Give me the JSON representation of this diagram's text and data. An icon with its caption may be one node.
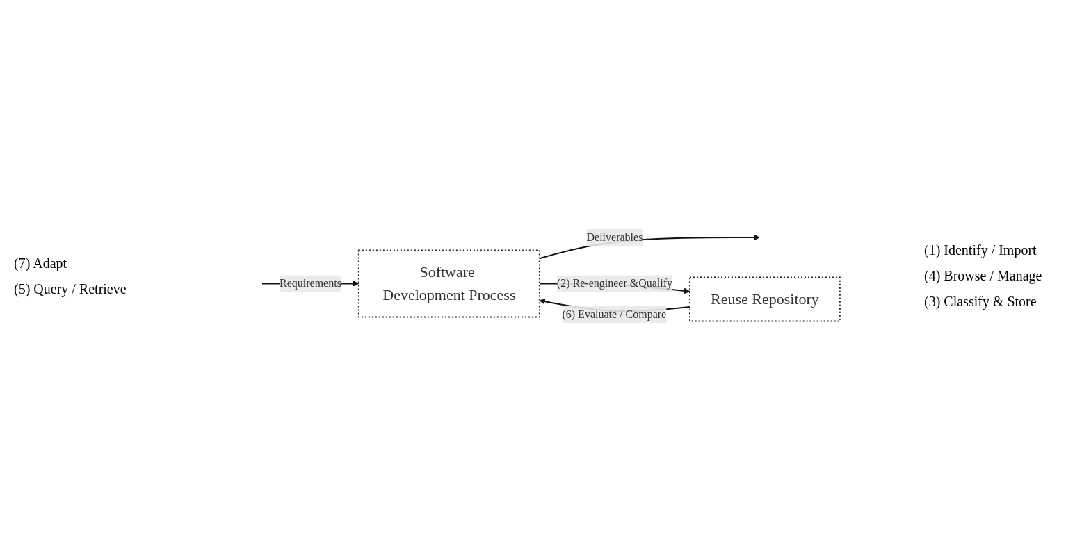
{
  "diagram": {
    "nodes": [
      {
        "text": [
          "Software Development Process"
        ]
      },
      {
        "text": [
          "Reuse Repository"
        ]
      }
    ],
    "edges": [
      {
        "from": null,
        "to": 0,
        "arrow": "to",
        "label": "Requirements"
      },
      {
        "from": 0,
        "to": null,
        "arrow": "to",
        "label": "Deliverables"
      },
      {
        "from": 0,
        "to": 1,
        "arrow": "to",
        "label": "(2) Re-engineer &Qualify"
      },
      {
        "from": 1,
        "to": 0,
        "arrow": "to",
        "label": "(6) Evaluate / Compare"
      }
    ],
    "labels": [
      "(7) Adapt",
      "(1) Identify / Import",
      "(5) Query / Retrieve",
      "(4) Browse / Manage",
      "(3) Classify & Store"
    ]
  }
}
